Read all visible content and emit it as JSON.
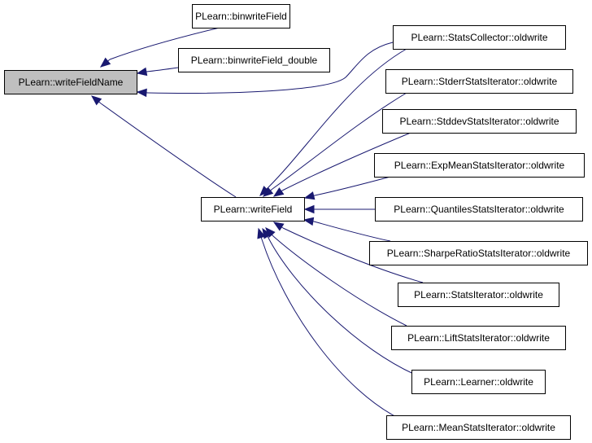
{
  "graph": {
    "colors": {
      "edge": "#191970",
      "node_fill": "#ffffff",
      "highlight_fill": "#bfbfbf",
      "border": "#000000"
    },
    "nodes": [
      {
        "id": "writeFieldName",
        "label": "PLearn::writeFieldName",
        "highlight": true
      },
      {
        "id": "binwriteField",
        "label": "PLearn::binwriteField"
      },
      {
        "id": "binwriteField_double",
        "label": "PLearn::binwriteField_double"
      },
      {
        "id": "writeField",
        "label": "PLearn::writeField"
      },
      {
        "id": "StatsCollector",
        "label": "PLearn::StatsCollector::oldwrite"
      },
      {
        "id": "StderrStatsIterator",
        "label": "PLearn::StderrStatsIterator::oldwrite"
      },
      {
        "id": "StddevStatsIterator",
        "label": "PLearn::StddevStatsIterator::oldwrite"
      },
      {
        "id": "ExpMeanStatsIterator",
        "label": "PLearn::ExpMeanStatsIterator::oldwrite"
      },
      {
        "id": "QuantilesStatsIterator",
        "label": "PLearn::QuantilesStatsIterator::oldwrite"
      },
      {
        "id": "SharpeRatioStatsIterator",
        "label": "PLearn::SharpeRatioStatsIterator::oldwrite"
      },
      {
        "id": "StatsIterator",
        "label": "PLearn::StatsIterator::oldwrite"
      },
      {
        "id": "LiftStatsIterator",
        "label": "PLearn::LiftStatsIterator::oldwrite"
      },
      {
        "id": "Learner",
        "label": "PLearn::Learner::oldwrite"
      },
      {
        "id": "MeanStatsIterator",
        "label": "PLearn::MeanStatsIterator::oldwrite"
      }
    ],
    "edges": [
      {
        "from": "binwriteField",
        "to": "writeFieldName"
      },
      {
        "from": "binwriteField_double",
        "to": "writeFieldName"
      },
      {
        "from": "StatsCollector",
        "to": "writeFieldName"
      },
      {
        "from": "writeField",
        "to": "writeFieldName"
      },
      {
        "from": "StatsCollector",
        "to": "writeField"
      },
      {
        "from": "StderrStatsIterator",
        "to": "writeField"
      },
      {
        "from": "StddevStatsIterator",
        "to": "writeField"
      },
      {
        "from": "ExpMeanStatsIterator",
        "to": "writeField"
      },
      {
        "from": "QuantilesStatsIterator",
        "to": "writeField"
      },
      {
        "from": "SharpeRatioStatsIterator",
        "to": "writeField"
      },
      {
        "from": "StatsIterator",
        "to": "writeField"
      },
      {
        "from": "LiftStatsIterator",
        "to": "writeField"
      },
      {
        "from": "Learner",
        "to": "writeField"
      },
      {
        "from": "MeanStatsIterator",
        "to": "writeField"
      }
    ]
  }
}
